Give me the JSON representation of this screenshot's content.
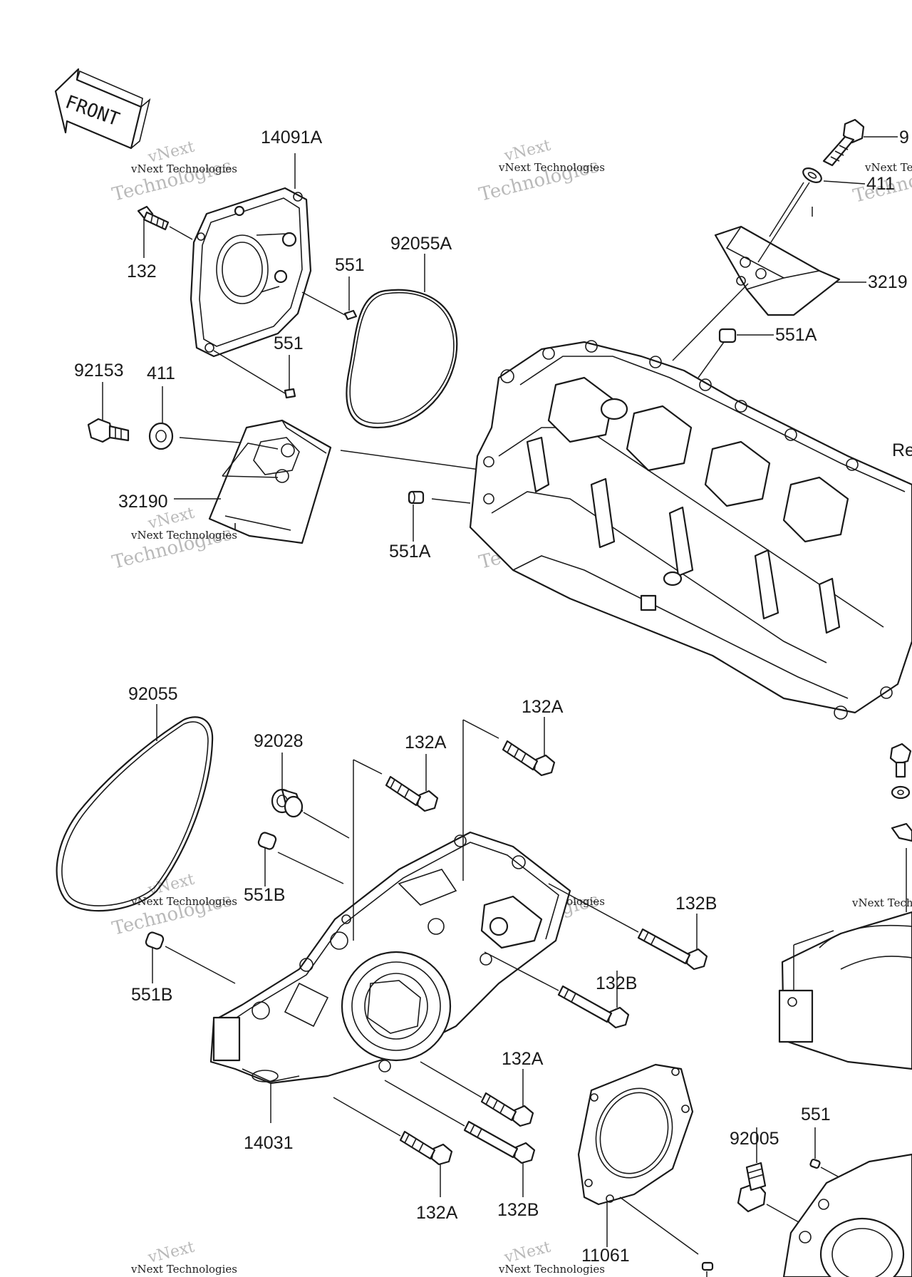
{
  "diagram": {
    "front_label": "FRONT",
    "part_labels": {
      "p14091A": "14091A",
      "p132_top": "132",
      "p551_a": "551",
      "p551_b": "551",
      "p92055A": "92055A",
      "p92153": "92153",
      "p411": "411",
      "p32190": "32190",
      "p551A_left": "551A",
      "p551A_right": "551A",
      "p92_trunc": "9",
      "p411_trunc": "411",
      "p3219_trunc": "3219",
      "pRe_trunc": "Re",
      "p92055": "92055",
      "p92028": "92028",
      "p132A_1": "132A",
      "p132A_2": "132A",
      "p551B_1": "551B",
      "p551B_2": "551B",
      "p132B_1": "132B",
      "p132B_2": "132B",
      "p132A_3": "132A",
      "p14031": "14031",
      "p132A_4": "132A",
      "p132B_3": "132B",
      "p11061": "11061",
      "p551_bottom": "551",
      "p92005": "92005"
    }
  },
  "watermark": {
    "line1": "vNext",
    "line2": "Technologies",
    "line3": "vNext Technologies"
  },
  "colors": {
    "line": "#1a1a1a",
    "watermark": "#b9b9b9",
    "background": "#ffffff"
  }
}
